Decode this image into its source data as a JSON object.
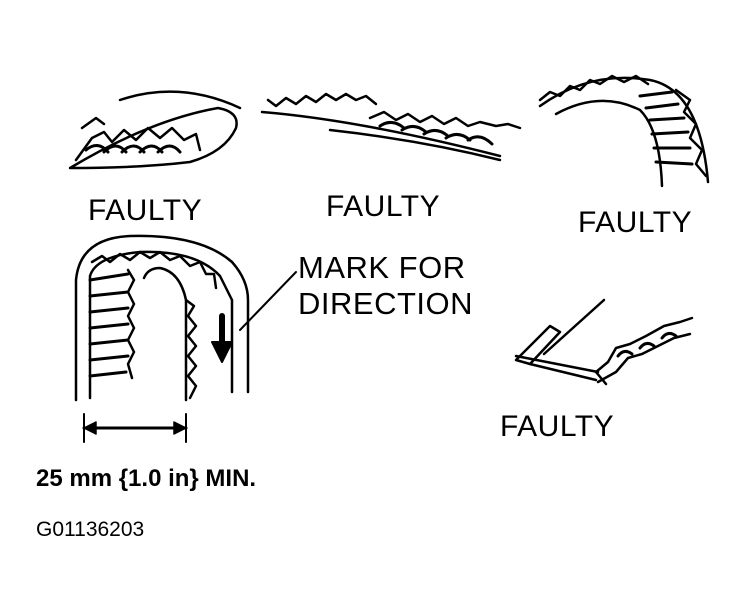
{
  "labels": {
    "faulty_1": "FAULTY",
    "faulty_2": "FAULTY",
    "faulty_3": "FAULTY",
    "faulty_4": "FAULTY",
    "mark_line1": "MARK FOR",
    "mark_line2": "DIRECTION",
    "min_dimension": "25 mm {1.0 in} MIN.",
    "figure_code": "G01136203"
  },
  "colors": {
    "ink": "#000000",
    "paper": "#ffffff"
  }
}
